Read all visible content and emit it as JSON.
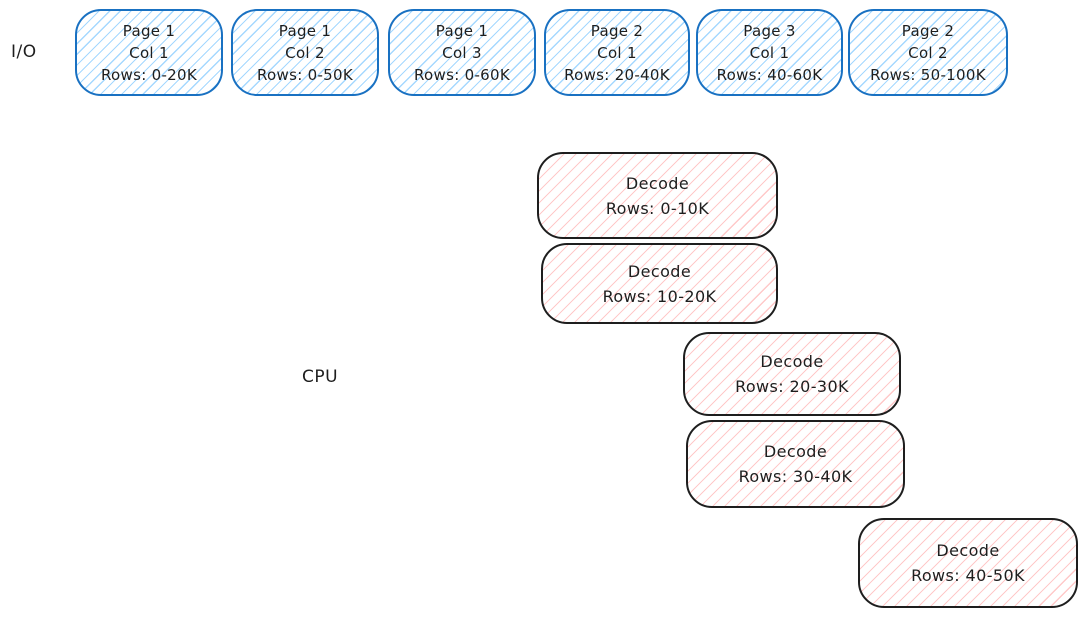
{
  "diagram": {
    "labels": {
      "io": "I/O",
      "cpu": "CPU"
    },
    "colors": {
      "io_stroke": "#1971c2",
      "io_hatch": "#a5d8ff",
      "cpu_stroke": "#1e1e1e",
      "cpu_hatch": "#ffc9c9",
      "text": "#1e1e1e",
      "canvas_bg": "#ffffff"
    },
    "io_boxes": [
      {
        "page": "Page 1",
        "col": "Col 1",
        "rows": "Rows: 0-20K"
      },
      {
        "page": "Page 1",
        "col": "Col 2",
        "rows": "Rows: 0-50K"
      },
      {
        "page": "Page 1",
        "col": "Col 3",
        "rows": "Rows: 0-60K"
      },
      {
        "page": "Page 2",
        "col": "Col 1",
        "rows": "Rows: 20-40K"
      },
      {
        "page": "Page 3",
        "col": "Col 1",
        "rows": "Rows: 40-60K"
      },
      {
        "page": "Page 2",
        "col": "Col 2",
        "rows": "Rows: 50-100K"
      }
    ],
    "cpu_boxes": [
      {
        "title": "Decode",
        "rows": "Rows: 0-10K"
      },
      {
        "title": "Decode",
        "rows": "Rows: 10-20K"
      },
      {
        "title": "Decode",
        "rows": "Rows: 20-30K"
      },
      {
        "title": "Decode",
        "rows": "Rows: 30-40K"
      },
      {
        "title": "Decode",
        "rows": "Rows: 40-50K"
      }
    ]
  }
}
